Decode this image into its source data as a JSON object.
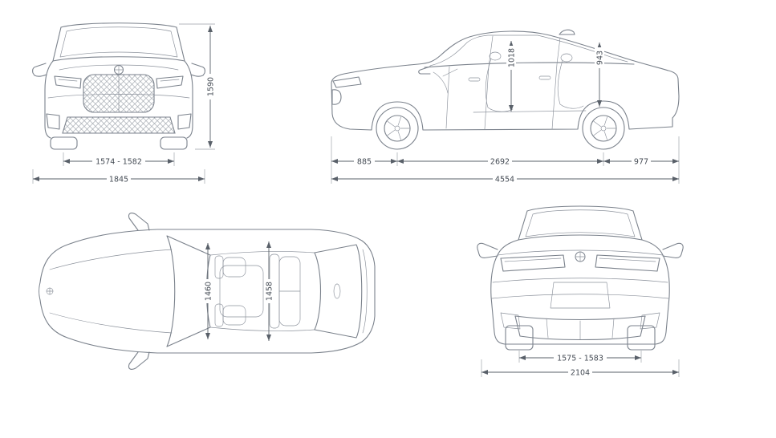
{
  "views": {
    "front": {
      "height": "1590",
      "track": "1574 - 1582",
      "width": "1845"
    },
    "side": {
      "interior_height_front": "1018",
      "interior_height_rear": "943",
      "front_overhang": "885",
      "wheelbase": "2692",
      "rear_overhang": "977",
      "length": "4554"
    },
    "top": {
      "interior_width_front": "1460",
      "interior_width_rear": "1458"
    },
    "rear": {
      "track": "1575 - 1583",
      "width_incl_mirrors": "2104"
    }
  },
  "colors": {
    "line": "#7b828c",
    "dimension": "#596069",
    "text": "#434a53",
    "background": "#ffffff"
  }
}
